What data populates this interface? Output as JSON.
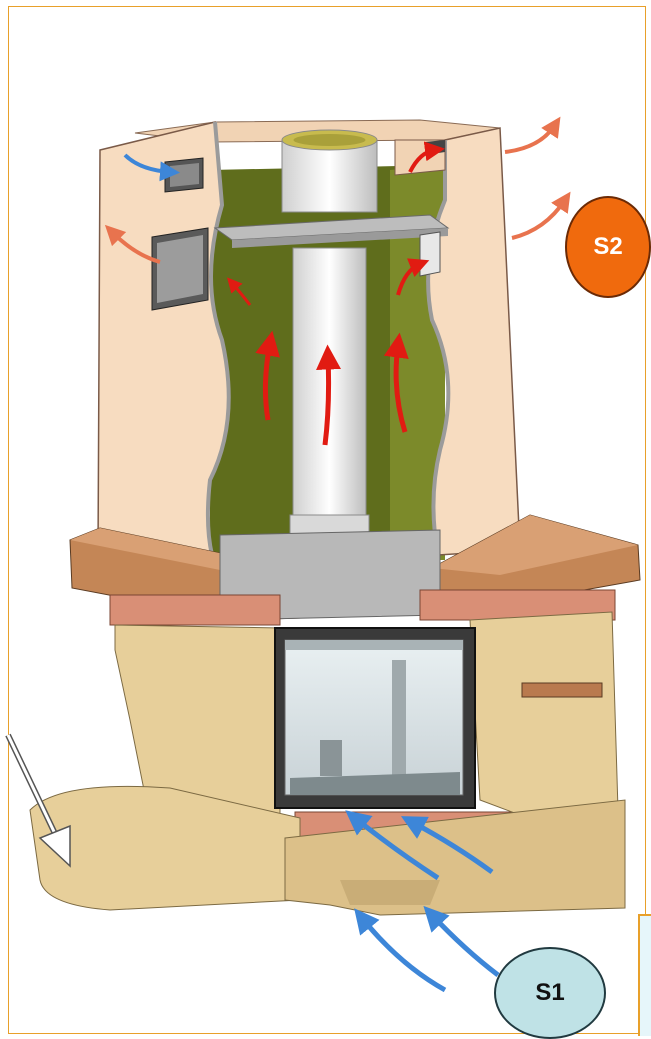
{
  "badges": {
    "s2": "S2",
    "s1": "S1"
  },
  "colors": {
    "frame": "#e8a02a",
    "hot_arrow": "#e11b12",
    "warm_arrow": "#e8734e",
    "cold_arrow": "#3d86d8",
    "badge_s2": "#f06a0d",
    "badge_s1": "#bfe2e6",
    "hood_panel": "#f7dcc0",
    "hood_interior": "#6b7a1f",
    "stone": "#e7cf9a",
    "brick": "#d98f76",
    "wood": "#b97a4e"
  },
  "icons": [
    "cold-air-arrow",
    "hot-air-arrow",
    "outlet-arrow",
    "vent-grille"
  ]
}
